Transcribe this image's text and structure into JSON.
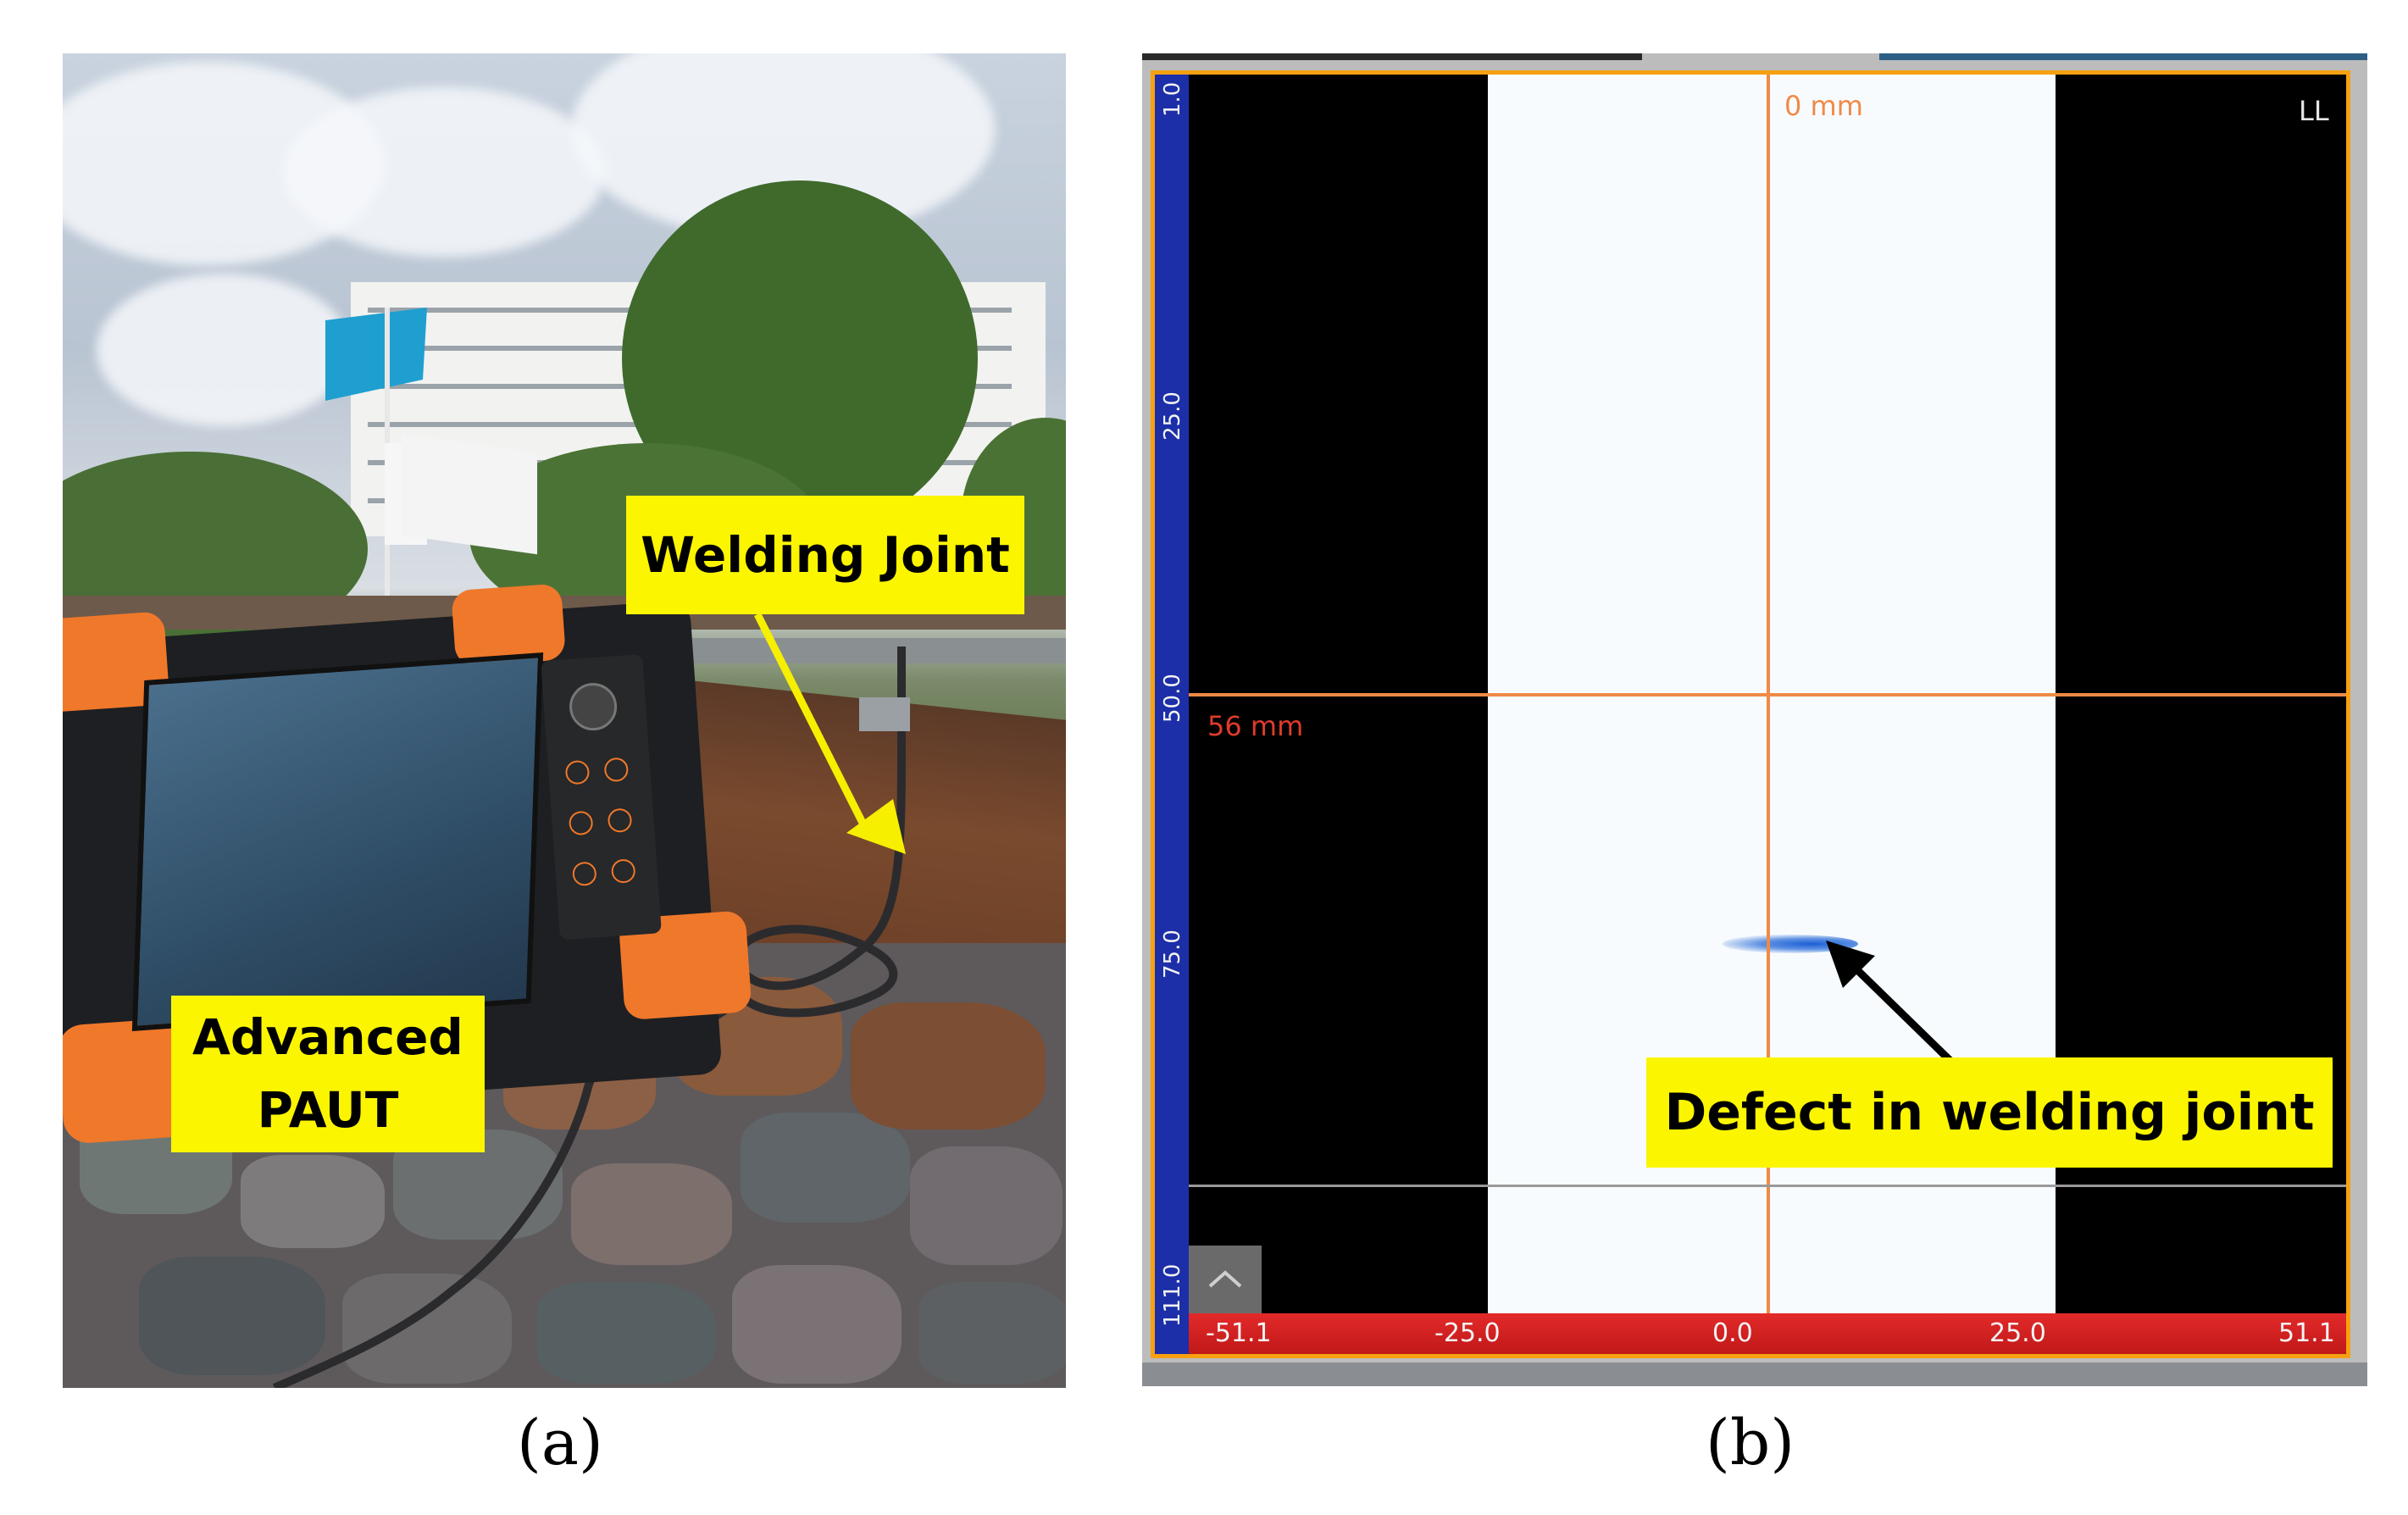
{
  "panel_a": {
    "callout_welding": "Welding Joint",
    "callout_paut_line1": "Advanced",
    "callout_paut_line2": "PAUT",
    "caption": "(a)"
  },
  "panel_b": {
    "top_cursor_label": "0 mm",
    "depth_cursor_label": "56 mm",
    "corner_label": "LL",
    "left_ruler_ticks": [
      "1.0",
      "25.0",
      "50.0",
      "75.0",
      "111.0"
    ],
    "bottom_ruler_ticks": [
      "-51.1",
      "-25.0",
      "0.0",
      "25.0",
      "51.1"
    ],
    "callout_defect": "Defect in welding joint",
    "caption": "(b)"
  },
  "colors": {
    "callout_yellow": "#fbf500",
    "frame_orange": "#f7a012",
    "cursor_orange": "#f08a46",
    "left_ruler_blue": "#1c2ea8",
    "bottom_ruler_red": "#d81e1e",
    "defect_blue": "#1c5fd6"
  }
}
